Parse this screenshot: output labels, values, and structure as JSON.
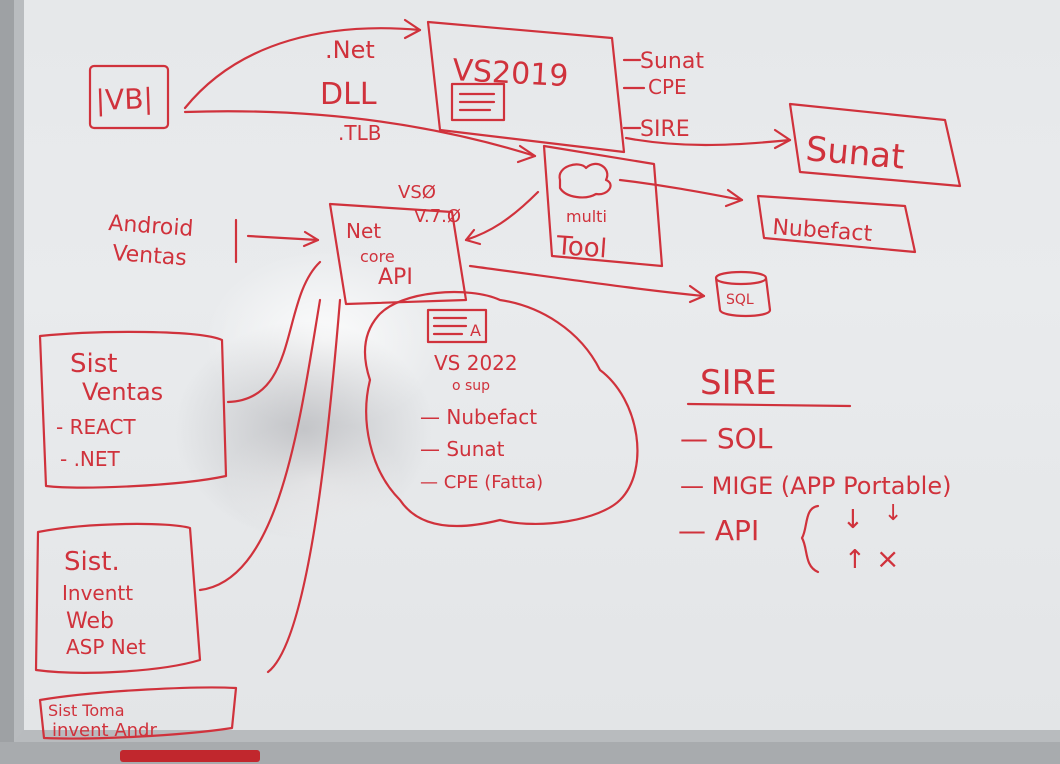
{
  "board": {
    "vb": "|VB|",
    "dotnet": ".Net",
    "dll": "DLL",
    "tlb": ".TLB",
    "vs2019": "VS2019",
    "sunat_top": "Sunat",
    "cpe_top": "CPE",
    "sire_top": "SIRE",
    "sunat_box": "Sunat",
    "android_line1": "Android",
    "android_line2": "Ventas",
    "vs_version_1": "VSØ",
    "vs_version_2": "V.7.Ø",
    "core_line1": "Net",
    "core_line2": "core",
    "core_line3": "API",
    "tool_line1": "multi",
    "tool_line2": "Tool",
    "nubefact": "Nubefact",
    "sql_small": "SQL",
    "sist_ventas_1": "Sist",
    "sist_ventas_2": "Ventas",
    "sist_ventas_3": "- REACT",
    "sist_ventas_4": "- .NET",
    "vs2022": "VS 2022",
    "vs2022_sub": "o sup",
    "list_nubefact": "— Nubefact",
    "list_sunat": "— Sunat",
    "list_cpe": "— CPE (Fatta)",
    "sist_inv_1": "Sist.",
    "sist_inv_2": "Inventt",
    "sist_inv_3": "Web",
    "sist_inv_4": "ASP Net",
    "sist_toma_1": "Sist Toma",
    "sist_toma_2": "invent Andr",
    "sire_title": "SIRE",
    "sire_sql": "— SOL",
    "sire_mige": "— MIGE (APP Portable)",
    "sire_api": "— API",
    "arrow_down_1": "↓",
    "arrow_down_2": "↓",
    "arrow_up": "↑",
    "cross": "×",
    "doc_a": "A"
  }
}
